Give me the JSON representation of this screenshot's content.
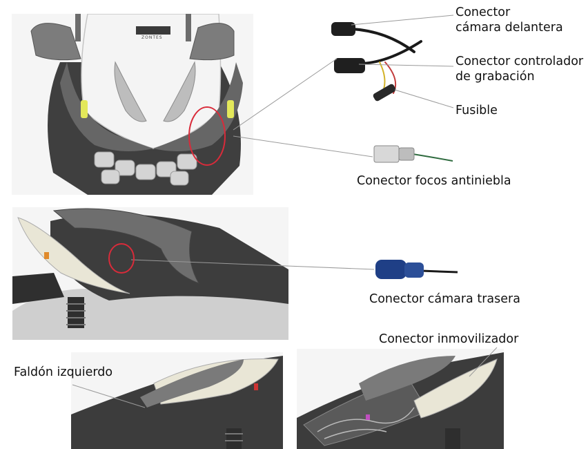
{
  "labels": {
    "front_camera": {
      "line1": "Conector",
      "line2": "cámara delantera"
    },
    "recording_controller": {
      "line1": "Conector controlador",
      "line2": "de grabación"
    },
    "fuse": "Fusible",
    "fog_lights": "Conector focos antiniebla",
    "rear_camera": "Conector cámara trasera",
    "immobilizer": "Conector inmovilizador",
    "left_fairing": "Faldón izquierdo"
  },
  "brand_badge": "ZONTES",
  "colors": {
    "highlight_circle": "#d92b3a",
    "leader_line": "#9a9a9a",
    "fairing_dark": "#4a4a4a",
    "body_white": "#f4f4f4",
    "tail_ivory": "#e9e6d6",
    "connector_blue": "#1f3f86",
    "turn_indicator": "#e3e85a"
  }
}
